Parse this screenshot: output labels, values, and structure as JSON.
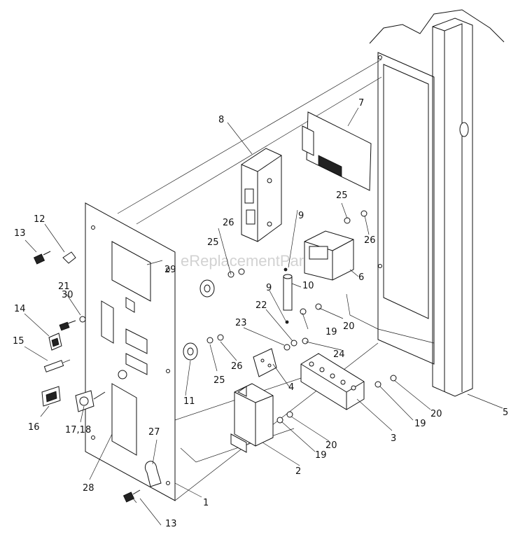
{
  "watermark": "eReplacementParts.com",
  "callouts": [
    {
      "id": "c1",
      "text": "1"
    },
    {
      "id": "c2",
      "text": "2"
    },
    {
      "id": "c3",
      "text": "3"
    },
    {
      "id": "c4",
      "text": "4"
    },
    {
      "id": "c5",
      "text": "5"
    },
    {
      "id": "c6",
      "text": "6"
    },
    {
      "id": "c7",
      "text": "7"
    },
    {
      "id": "c8",
      "text": "8"
    },
    {
      "id": "c9a",
      "text": "9"
    },
    {
      "id": "c9b",
      "text": "9"
    },
    {
      "id": "c10",
      "text": "10"
    },
    {
      "id": "c11",
      "text": "11"
    },
    {
      "id": "c12",
      "text": "12"
    },
    {
      "id": "c13a",
      "text": "13"
    },
    {
      "id": "c13b",
      "text": "13"
    },
    {
      "id": "c14",
      "text": "14"
    },
    {
      "id": "c15",
      "text": "15"
    },
    {
      "id": "c16",
      "text": "16"
    },
    {
      "id": "c1718",
      "text": "17,18"
    },
    {
      "id": "c19a",
      "text": "19"
    },
    {
      "id": "c19b",
      "text": "19"
    },
    {
      "id": "c19c",
      "text": "19"
    },
    {
      "id": "c20a",
      "text": "20"
    },
    {
      "id": "c20b",
      "text": "20"
    },
    {
      "id": "c20c",
      "text": "20"
    },
    {
      "id": "c21",
      "text": "21"
    },
    {
      "id": "c22",
      "text": "22"
    },
    {
      "id": "c23",
      "text": "23"
    },
    {
      "id": "c24",
      "text": "24"
    },
    {
      "id": "c25a",
      "text": "25"
    },
    {
      "id": "c25b",
      "text": "25"
    },
    {
      "id": "c25c",
      "text": "25"
    },
    {
      "id": "c26a",
      "text": "26"
    },
    {
      "id": "c26b",
      "text": "26"
    },
    {
      "id": "c26c",
      "text": "26"
    },
    {
      "id": "c27",
      "text": "27"
    },
    {
      "id": "c28",
      "text": "28"
    },
    {
      "id": "c29",
      "text": "29"
    },
    {
      "id": "c30",
      "text": "30"
    }
  ]
}
